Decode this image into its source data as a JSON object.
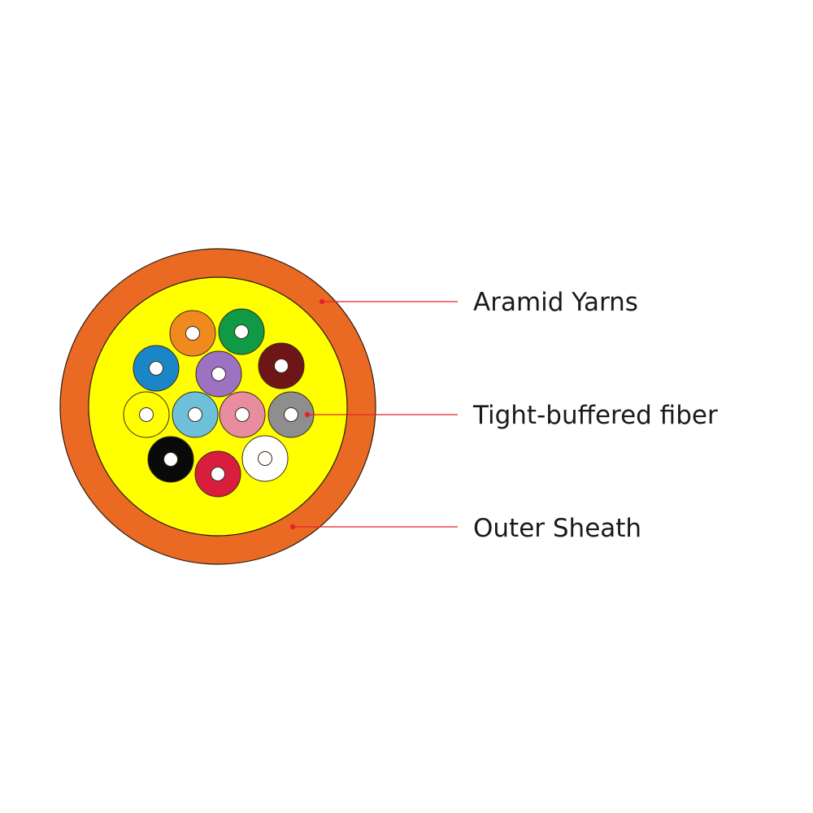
{
  "colors": {
    "outer_sheath": "#EA6A24",
    "aramid_yarns": "#FFFF00",
    "leader_line": "#E8202A",
    "fiber_core": "#FFFFFF",
    "text": "#1A1A1A"
  },
  "labels": [
    {
      "id": "aramid",
      "text": "Aramid Yarns"
    },
    {
      "id": "fiber",
      "text": "Tight-buffered fiber"
    },
    {
      "id": "sheath",
      "text": "Outer Sheath"
    }
  ],
  "fibers": [
    {
      "color_name": "orange",
      "color": "#F08A1E"
    },
    {
      "color_name": "green",
      "color": "#109A45"
    },
    {
      "color_name": "blue",
      "color": "#1A86C8"
    },
    {
      "color_name": "violet",
      "color": "#9E72C2"
    },
    {
      "color_name": "brown",
      "color": "#6E1518"
    },
    {
      "color_name": "yellow",
      "color": "#FFFF00"
    },
    {
      "color_name": "aqua",
      "color": "#6EC0DA"
    },
    {
      "color_name": "rose",
      "color": "#E88CA0"
    },
    {
      "color_name": "slate",
      "color": "#8E8E8E"
    },
    {
      "color_name": "black",
      "color": "#0A0A0A"
    },
    {
      "color_name": "red",
      "color": "#D81E3C"
    },
    {
      "color_name": "white",
      "color": "#FFFFFF"
    }
  ]
}
